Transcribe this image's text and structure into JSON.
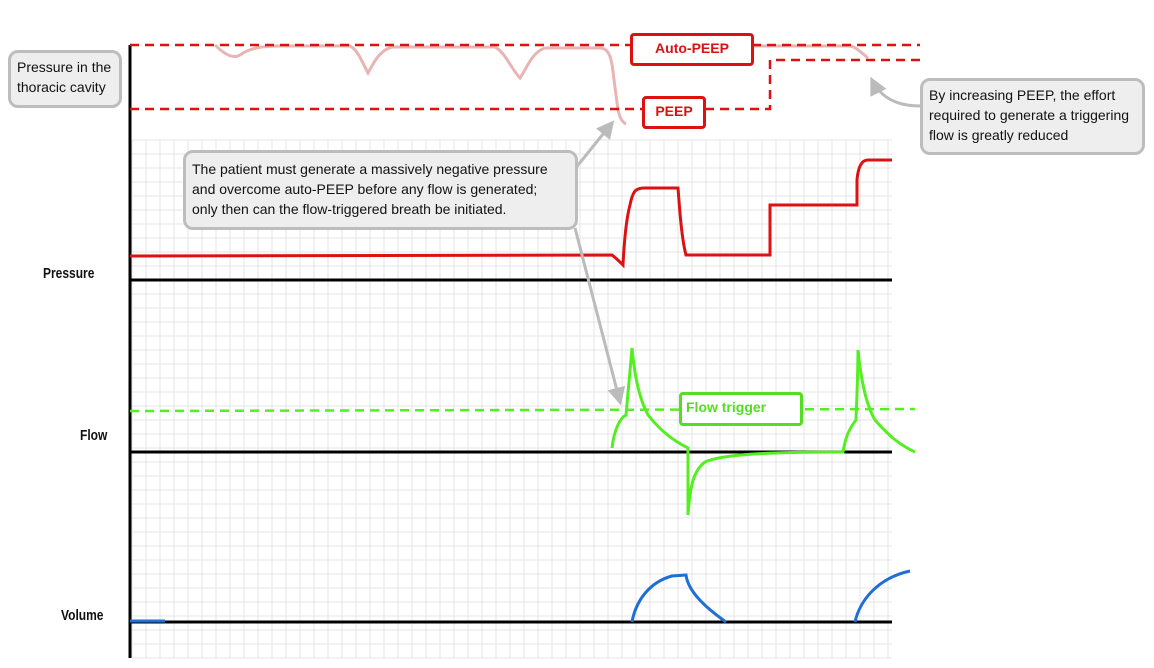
{
  "callouts": {
    "thoracic": {
      "line1": "Pressure in the",
      "line2": "thoracic cavity"
    },
    "patient": {
      "line1": "The patient must generate a massively  negative pressure",
      "line2": "and overcome auto-PEEP before any flow is generated;",
      "line3": " only then can the flow-triggered breath be initiated."
    },
    "peep_effect": {
      "line1": "By increasing  PEEP, the effort",
      "line2": "required to generate a triggering",
      "line3": "flow is greatly reduced"
    }
  },
  "tags": {
    "auto_peep": "Auto-PEEP",
    "peep": "PEEP",
    "flow_trigger": "Flow trigger"
  },
  "axes": {
    "pressure": "Pressure",
    "flow": "Flow",
    "volume": "Volume"
  },
  "colors": {
    "pressure_trace": "#dd1111",
    "flow_trace": "#55ee22",
    "volume_trace": "#1f6fd6",
    "thoracic_trace": "#e8b4b4",
    "grid": "#e6e6e6",
    "callout_border": "#bdbdbd"
  }
}
